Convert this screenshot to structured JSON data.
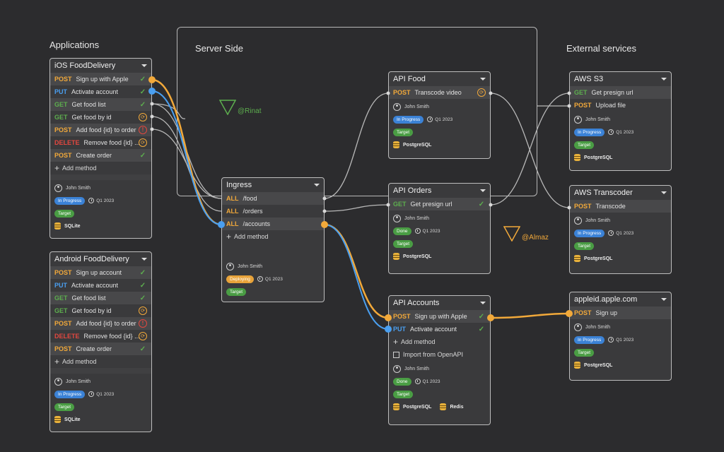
{
  "sections": {
    "applications": "Applications",
    "server": "Server Side",
    "external": "External services"
  },
  "tags": {
    "rinat": "@Rinat",
    "almaz": "@Almaz"
  },
  "ios": {
    "title": "iOS FoodDelivery",
    "methods": [
      {
        "verb": "POST",
        "path": "Sign up with Apple",
        "status": "ok"
      },
      {
        "verb": "PUT",
        "path": "Activate account",
        "status": "ok"
      },
      {
        "verb": "GET",
        "path": "Get food list",
        "status": "ok"
      },
      {
        "verb": "GET",
        "path": "Get food by id",
        "status": "wait"
      },
      {
        "verb": "POST",
        "path": "Add food {id} to order",
        "status": "err"
      },
      {
        "verb": "DELETE",
        "path": "Remove food {id} ...",
        "status": "wait"
      },
      {
        "verb": "POST",
        "path": "Create order",
        "status": "ok"
      }
    ],
    "add": "Add method",
    "owner": "John Smith",
    "status": "In Progress",
    "quarter": "Q1 2023",
    "target": "Target",
    "db": "SQLite"
  },
  "android": {
    "title": "Android FoodDelivery",
    "methods": [
      {
        "verb": "POST",
        "path": "Sign up account",
        "status": "ok"
      },
      {
        "verb": "PUT",
        "path": "Activate account",
        "status": "ok"
      },
      {
        "verb": "GET",
        "path": "Get food list",
        "status": "ok"
      },
      {
        "verb": "GET",
        "path": "Get food by id",
        "status": "wait"
      },
      {
        "verb": "POST",
        "path": "Add food {id} to order",
        "status": "err"
      },
      {
        "verb": "DELETE",
        "path": "Remove food {id} ...",
        "status": "wait"
      },
      {
        "verb": "POST",
        "path": "Create order",
        "status": "ok"
      }
    ],
    "add": "Add method",
    "owner": "John Smith",
    "status": "In Progress",
    "quarter": "Q1 2023",
    "target": "Target",
    "db": "SQLite"
  },
  "ingress": {
    "title": "Ingress",
    "routes": [
      {
        "verb": "ALL",
        "path": "/food"
      },
      {
        "verb": "ALL",
        "path": "/orders"
      },
      {
        "verb": "ALL",
        "path": "/accounts"
      }
    ],
    "add": "Add method",
    "owner": "John Smith",
    "status": "Deploying",
    "quarter": "Q1 2023",
    "target": "Target"
  },
  "apiFood": {
    "title": "API Food",
    "method": {
      "verb": "POST",
      "path": "Transcode video",
      "status": "wait"
    },
    "owner": "John Smith",
    "status": "In Progress",
    "quarter": "Q1 2023",
    "target": "Target",
    "db": "PostgreSQL"
  },
  "apiOrders": {
    "title": "API Orders",
    "method": {
      "verb": "GET",
      "path": "Get presign url",
      "status": "ok"
    },
    "owner": "John Smith",
    "status": "Done",
    "quarter": "Q1 2023",
    "target": "Target",
    "db": "PostgreSQL"
  },
  "apiAccounts": {
    "title": "API Accounts",
    "methods": [
      {
        "verb": "POST",
        "path": "Sign up with Apple",
        "status": "ok"
      },
      {
        "verb": "PUT",
        "path": "Activate account",
        "status": "ok"
      }
    ],
    "add": "Add method",
    "import": "Import from OpenAPI",
    "owner": "John Smith",
    "status": "Done",
    "quarter": "Q1 2023",
    "target": "Target",
    "db": "PostgreSQL",
    "db2": "Redis"
  },
  "s3": {
    "title": "AWS S3",
    "methods": [
      {
        "verb": "GET",
        "path": "Get presign url"
      },
      {
        "verb": "POST",
        "path": "Upload file"
      }
    ],
    "owner": "John Smith",
    "status": "In Progress",
    "quarter": "Q1 2023",
    "target": "Target",
    "db": "PostgreSQL"
  },
  "transcoder": {
    "title": "AWS Transcoder",
    "method": {
      "verb": "POST",
      "path": "Transcode"
    },
    "owner": "John Smith",
    "status": "In Progress",
    "quarter": "Q1 2023",
    "target": "Target",
    "db": "PostgreSQL"
  },
  "apple": {
    "title": "appleid.apple.com",
    "method": {
      "verb": "POST",
      "path": "Sign up"
    },
    "owner": "John Smith",
    "status": "In Progress",
    "quarter": "Q1 2023",
    "target": "Target",
    "db": "PostgreSQL"
  },
  "colors": {
    "orange": "#f2a93a",
    "blue": "#4a9ff0",
    "wire": "#b8b8b8",
    "bg": "#2c2c2e"
  }
}
